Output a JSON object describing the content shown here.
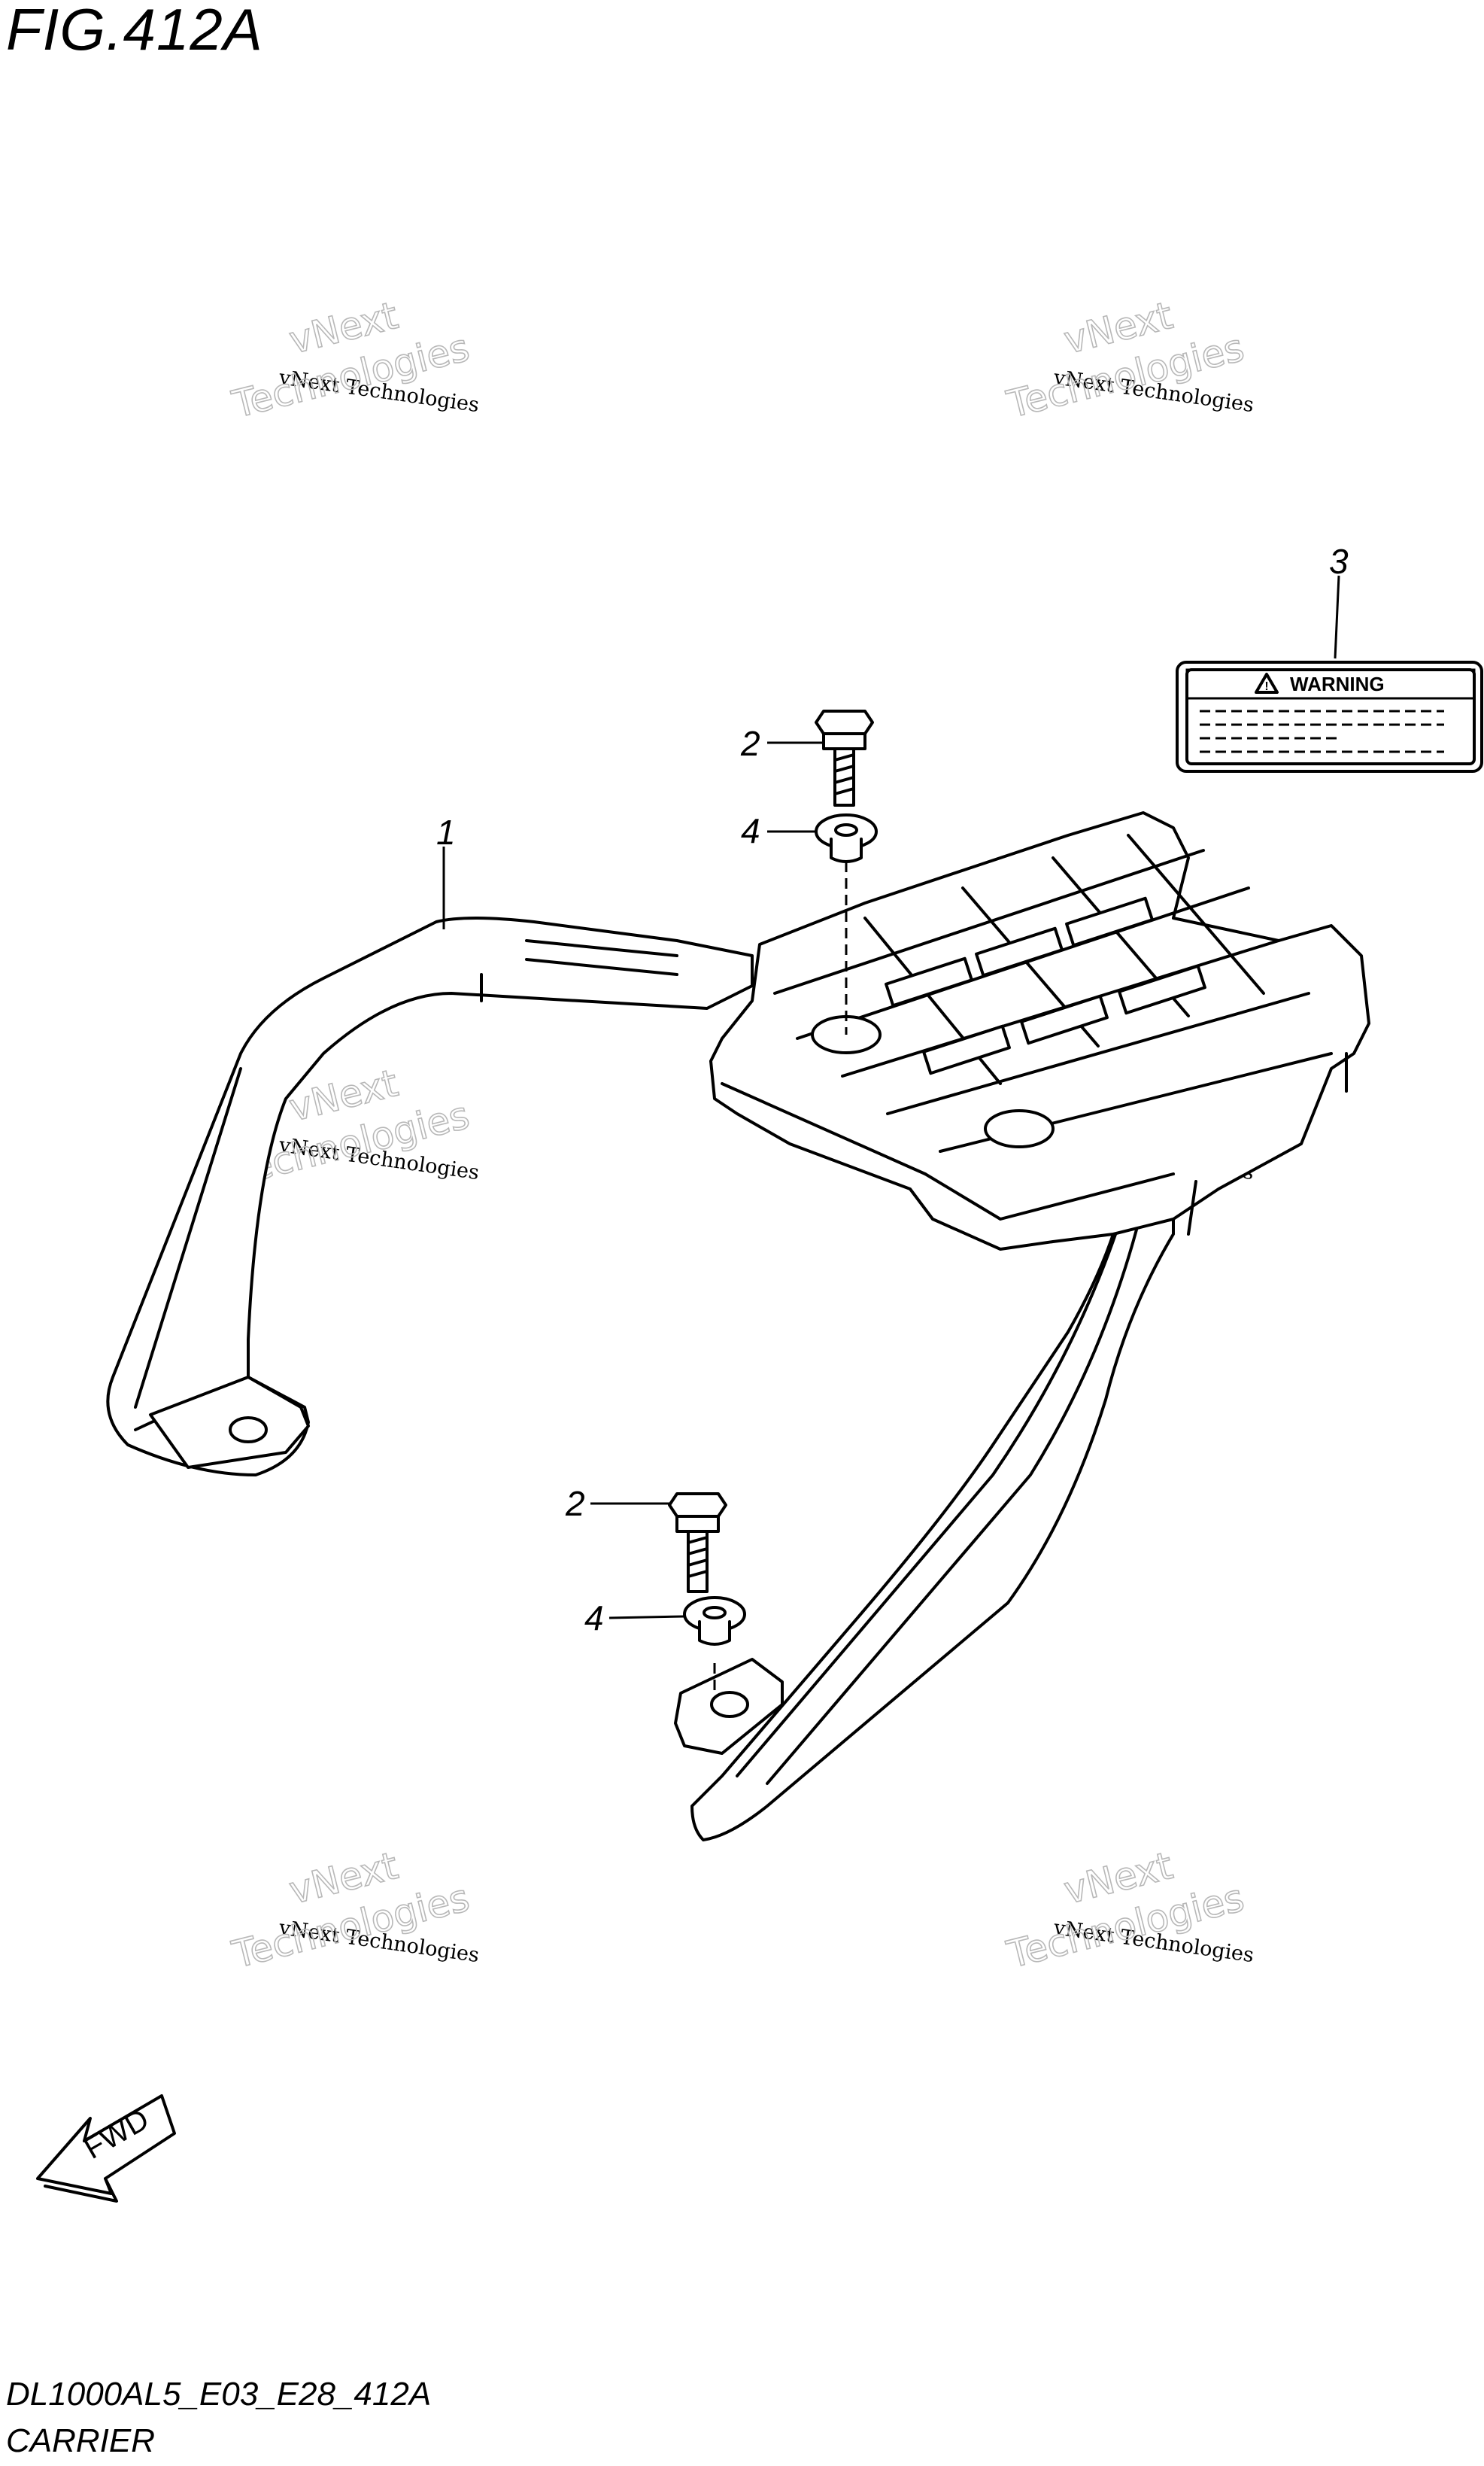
{
  "figure": {
    "title": "FIG.412A",
    "code": "DL1000AL5_E03_E28_412A",
    "name": "CARRIER"
  },
  "callouts": [
    {
      "id": "carrier",
      "number": "1"
    },
    {
      "id": "bolt-top",
      "number": "2"
    },
    {
      "id": "bolt-bottom",
      "number": "2"
    },
    {
      "id": "warning-label",
      "number": "3"
    },
    {
      "id": "washer-top",
      "number": "4"
    },
    {
      "id": "washer-bottom",
      "number": "4"
    }
  ],
  "warning_label": {
    "heading": "WARNING",
    "icon": "warning-triangle-icon"
  },
  "direction_indicator": {
    "text": "FWD",
    "icon": "arrow-icon"
  },
  "watermark": {
    "line1": "vNext",
    "line2": "vNext Technologies",
    "line3": "Technologies"
  }
}
